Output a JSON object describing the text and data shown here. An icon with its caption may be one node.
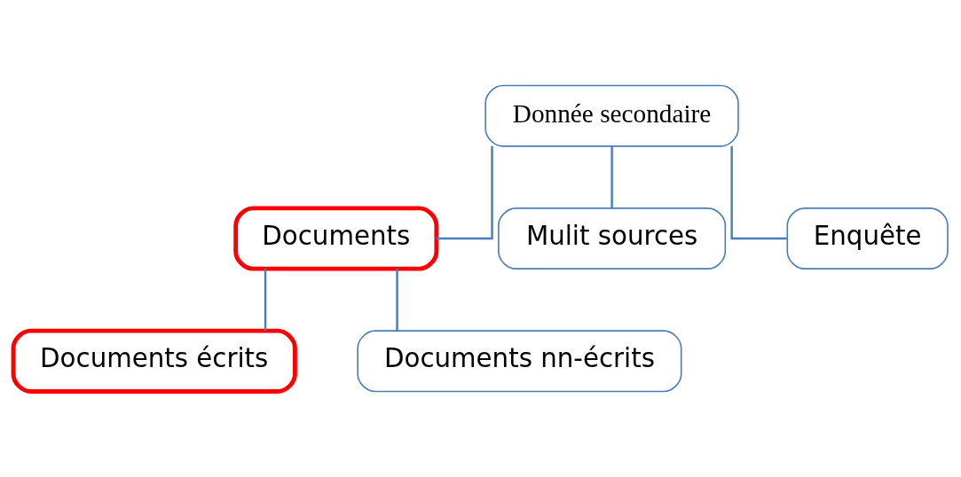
{
  "diagram": {
    "nodes": [
      {
        "text": [
          "Donnée secondaire"
        ]
      },
      {
        "text": [
          "Documents"
        ]
      },
      {
        "text": [
          "Mulit sources"
        ]
      },
      {
        "text": [
          "Enquête"
        ]
      },
      {
        "text": [
          "Documents écrits"
        ]
      },
      {
        "text": [
          "Documents nn-écrits"
        ]
      }
    ],
    "edges": [
      {
        "from": 0,
        "to": 1,
        "arrow": "none"
      },
      {
        "from": 0,
        "to": 2,
        "arrow": "none"
      },
      {
        "from": 0,
        "to": 3,
        "arrow": "none"
      },
      {
        "from": 1,
        "to": 4,
        "arrow": "none"
      },
      {
        "from": 1,
        "to": 5,
        "arrow": "none"
      }
    ]
  }
}
